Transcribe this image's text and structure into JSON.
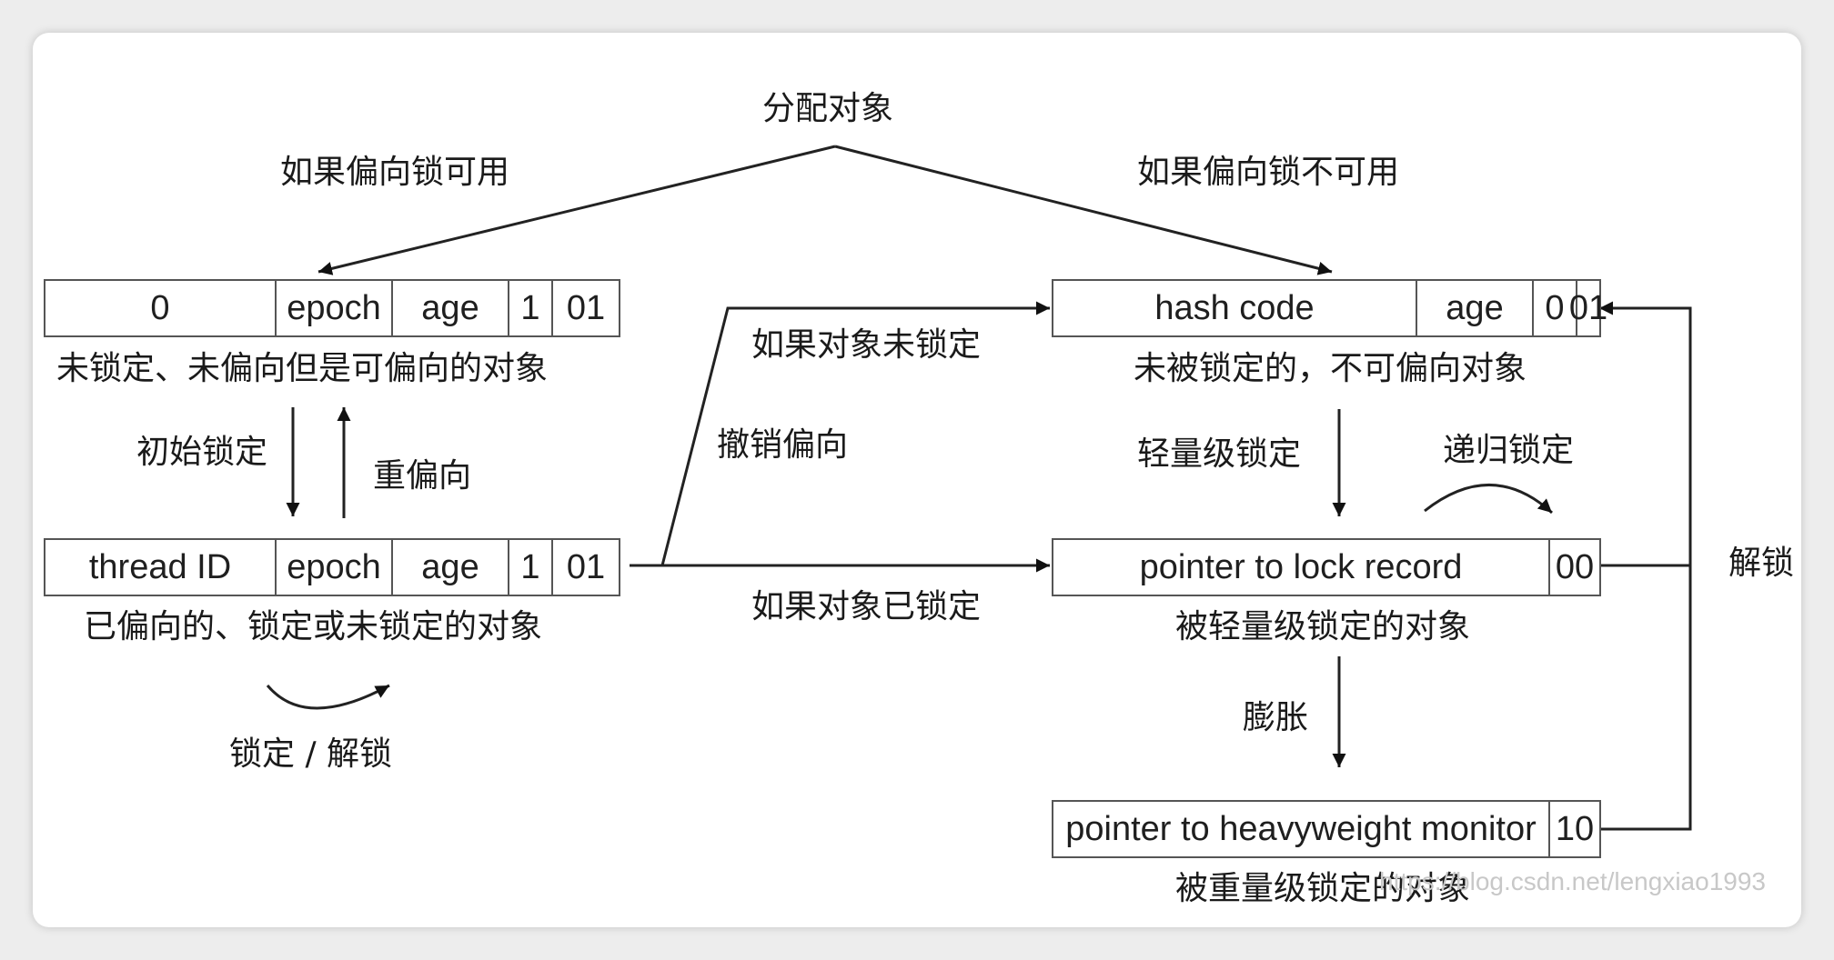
{
  "labels": {
    "allocate": "分配对象",
    "biased_available": "如果偏向锁可用",
    "biased_unavailable": "如果偏向锁不可用",
    "unlocked_biasable": "未锁定、未偏向但是可偏向的对象",
    "initial_lock": "初始锁定",
    "rebias": "重偏向",
    "biased_locked_unlocked": "已偏向的、锁定或未锁定的对象",
    "lock_unlock": "锁定 / 解锁",
    "if_not_locked": "如果对象未锁定",
    "revoke_bias": "撤销偏向",
    "if_locked": "如果对象已锁定",
    "unlocked_nonbiasable": "未被锁定的，不可偏向对象",
    "lightweight_lock": "轻量级锁定",
    "recursive_lock": "递归锁定",
    "lightweight_locked": "被轻量级锁定的对象",
    "inflate": "膨胀",
    "heavyweight_locked": "被重量级锁定的对象",
    "unlock": "解锁"
  },
  "rows": {
    "unbiased": [
      "0",
      "epoch",
      "age",
      "1",
      "01"
    ],
    "biased": [
      "thread ID",
      "epoch",
      "age",
      "1",
      "01"
    ],
    "hashcode": [
      "hash code",
      "age",
      "0",
      "01"
    ],
    "lightweight": [
      "pointer to lock record",
      "00"
    ],
    "heavyweight": [
      "pointer to heavyweight monitor",
      "10"
    ]
  },
  "watermark": "https://blog.csdn.net/lengxiao1993"
}
